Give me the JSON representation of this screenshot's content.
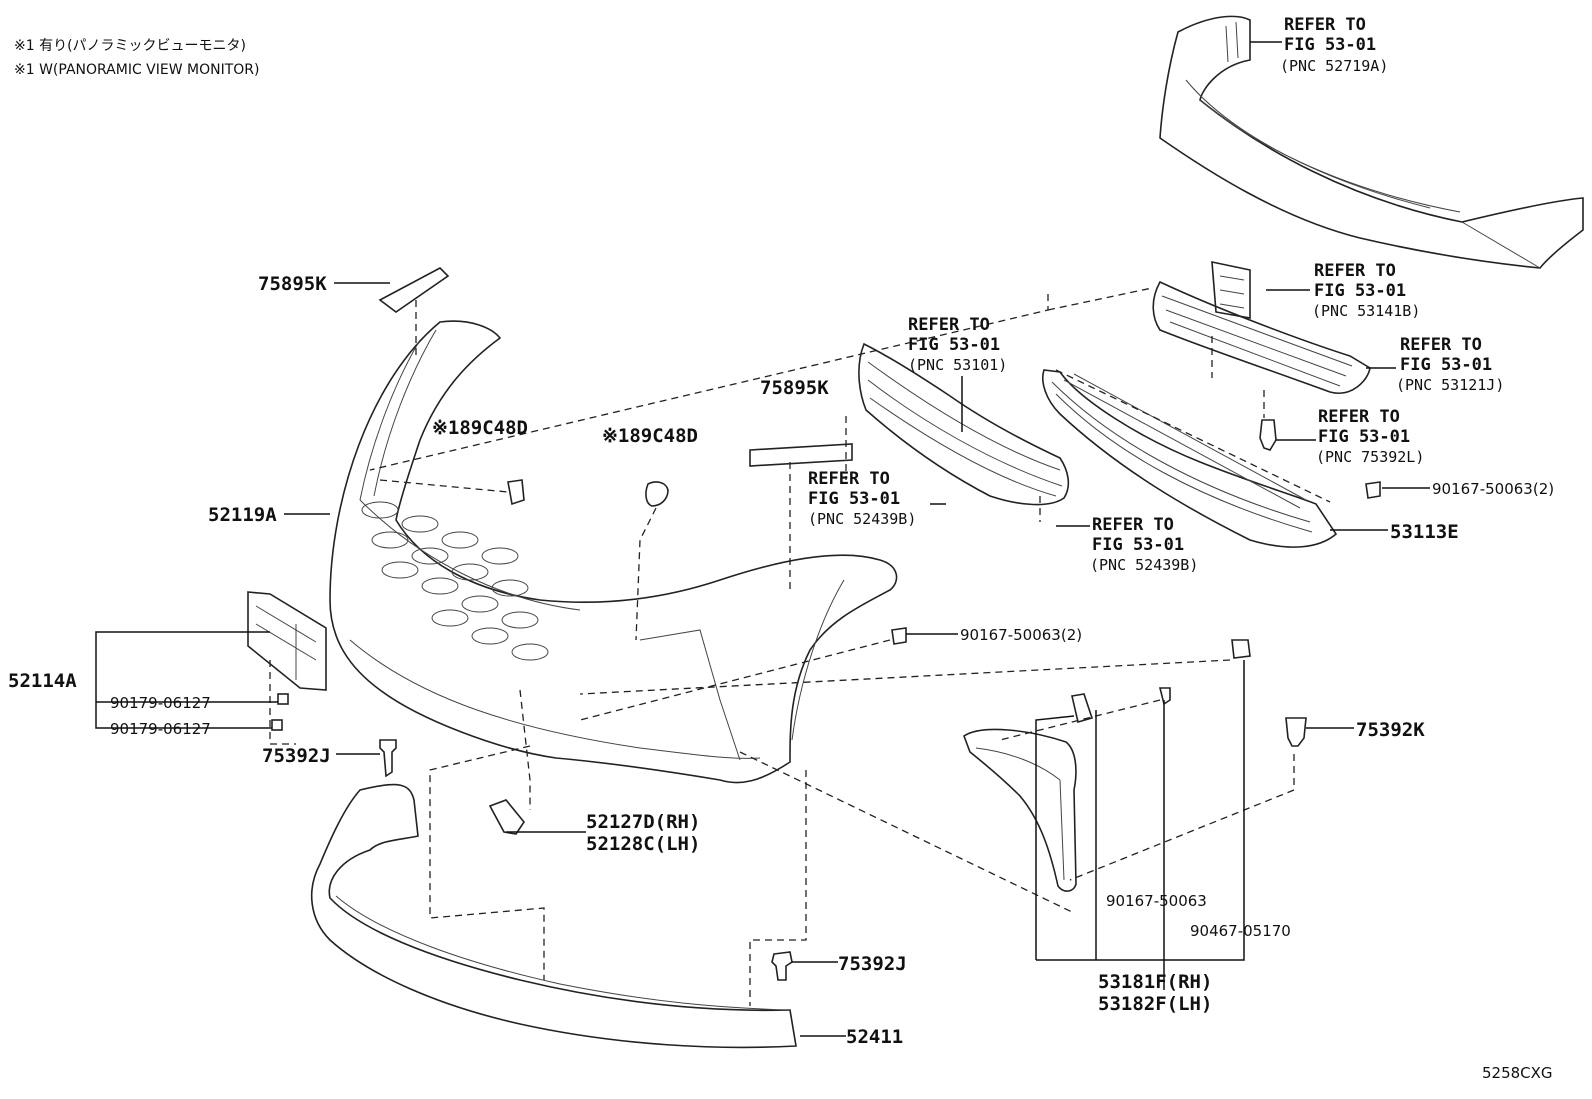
{
  "notes": [
    "※1 有り(パノラミックビューモニタ)",
    "※1 W(PANORAMIC VIEW MONITOR)"
  ],
  "diagram_code": "5258CXG",
  "parts": {
    "p75895k_top": "75895K",
    "p75895k_mid": "75895K",
    "p189c48d_left": "※189C48D",
    "p189c48d_right": "※189C48D",
    "p52119a": "52119A",
    "p52114a": "52114A",
    "p90179_a": "90179-06127",
    "p90179_b": "90179-06127",
    "p75392j_left": "75392J",
    "p75392j_bottom": "75392J",
    "p52127d": "52127D(RH)",
    "p52128c": "52128C(LH)",
    "p52411": "52411",
    "p90167_mid": "90167-50063(2)",
    "p90167_right": "90167-50063(2)",
    "p90167_single": "90167-50063",
    "p90467": "90467-05170",
    "p53113e": "53113E",
    "p75392k": "75392K",
    "p53181f": "53181F(RH)",
    "p53182f": "53182F(LH)"
  },
  "refs": [
    {
      "refer": "REFER TO",
      "fig": "FIG 53-01",
      "pnc": "(PNC 52719A)"
    },
    {
      "refer": "REFER TO",
      "fig": "FIG 53-01",
      "pnc": "(PNC 53141B)"
    },
    {
      "refer": "REFER TO",
      "fig": "FIG 53-01",
      "pnc": "(PNC 53121J)"
    },
    {
      "refer": "REFER TO",
      "fig": "FIG 53-01",
      "pnc": "(PNC 75392L)"
    },
    {
      "refer": "REFER TO",
      "fig": "FIG 53-01",
      "pnc": "(PNC 53101)"
    },
    {
      "refer": "REFER TO",
      "fig": "FIG 53-01",
      "pnc": "(PNC 52439B)"
    },
    {
      "refer": "REFER TO",
      "fig": "FIG 53-01",
      "pnc": "(PNC 52439B)"
    }
  ]
}
